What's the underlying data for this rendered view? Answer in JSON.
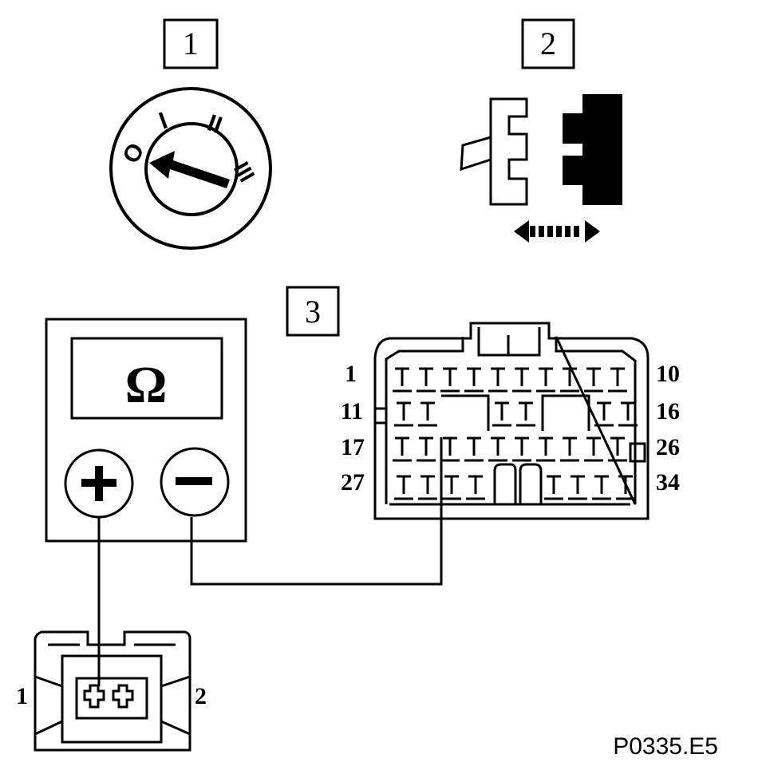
{
  "step_labels": [
    "1",
    "2",
    "3"
  ],
  "ignition_positions": [
    "O",
    "I",
    "II",
    "III"
  ],
  "meter": {
    "display_symbol": "Ω",
    "plus_symbol": "+",
    "minus_symbol": "−"
  },
  "connector_main": {
    "pin_labels_left": [
      "1",
      "11",
      "17",
      "27"
    ],
    "pin_labels_right": [
      "10",
      "16",
      "26",
      "34"
    ]
  },
  "connector_sensor": {
    "pin_left": "1",
    "pin_right": "2"
  },
  "figure_code": "P0335.E5"
}
